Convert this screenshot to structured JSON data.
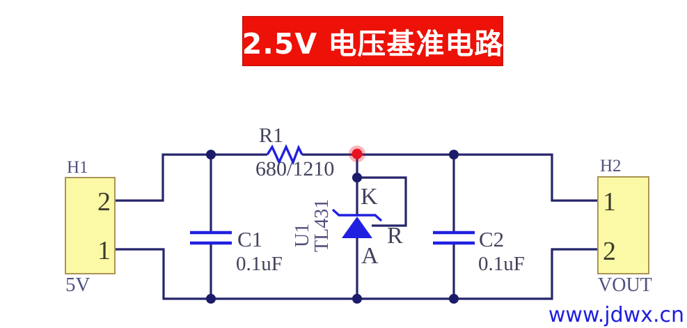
{
  "colors": {
    "banner-bg": "#ed1107",
    "banner-fg": "#ffffff",
    "wire": "#25256a",
    "comp": "#2020e0",
    "label": "#42425c",
    "ref": "#50507e",
    "pin": "#3b3b2d",
    "conn-fill": "#fcf9a6",
    "conn-border": "#aa9455",
    "junction": "#1b1b6a",
    "node-red": "#e81220",
    "link": "#1e1ede"
  },
  "banner": {
    "title": "2.5V 电压基准电路"
  },
  "watermark": {
    "text": "www.jdwx.cn"
  },
  "components": {
    "h1": {
      "ref": "H1",
      "net": "5V",
      "pin_top": "2",
      "pin_bottom": "1"
    },
    "h2": {
      "ref": "H2",
      "net": "VOUT",
      "pin_top": "1",
      "pin_bottom": "2"
    },
    "r1": {
      "ref": "R1",
      "value": "680/1210"
    },
    "c1": {
      "ref": "C1",
      "value": "0.1uF"
    },
    "c2": {
      "ref": "C2",
      "value": "0.1uF"
    },
    "u1": {
      "ref": "U1",
      "part": "TL431",
      "pin_cathode": "K",
      "pin_anode": "A",
      "pin_reference": "R"
    }
  }
}
